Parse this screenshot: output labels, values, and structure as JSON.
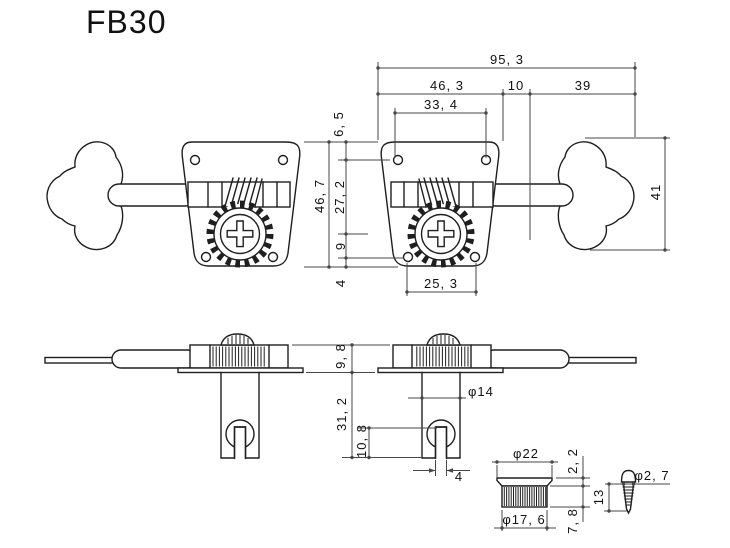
{
  "title": "FB30",
  "colors": {
    "background": "#ffffff",
    "part_line": "#1f1f1f",
    "dim_line": "#474747",
    "text": "#111111"
  },
  "dims": {
    "overall_width": "95, 3",
    "plate_width": "46, 3",
    "plate_key_gap": "10",
    "key_width": "39",
    "top_hole_span": "33, 4",
    "plate_top_to_hole": "6, 5",
    "hole_to_gear_center": "27, 2",
    "gear_to_bottom_hole": "9",
    "bottom_hole_to_edge": "4",
    "plate_height": "46, 7",
    "key_height": "41",
    "bottom_hole_span": "25, 3",
    "housing_height": "9, 8",
    "post_length": "31, 2",
    "slot_depth": "10, 8",
    "post_diameter": "φ14",
    "slot_width": "4",
    "bushing_flange_diameter": "φ22",
    "bushing_flange_height": "2, 2",
    "bushing_body_diameter": "φ17, 6",
    "bushing_body_height": "7, 8",
    "screw_diameter": "φ2, 7",
    "screw_length": "13"
  }
}
